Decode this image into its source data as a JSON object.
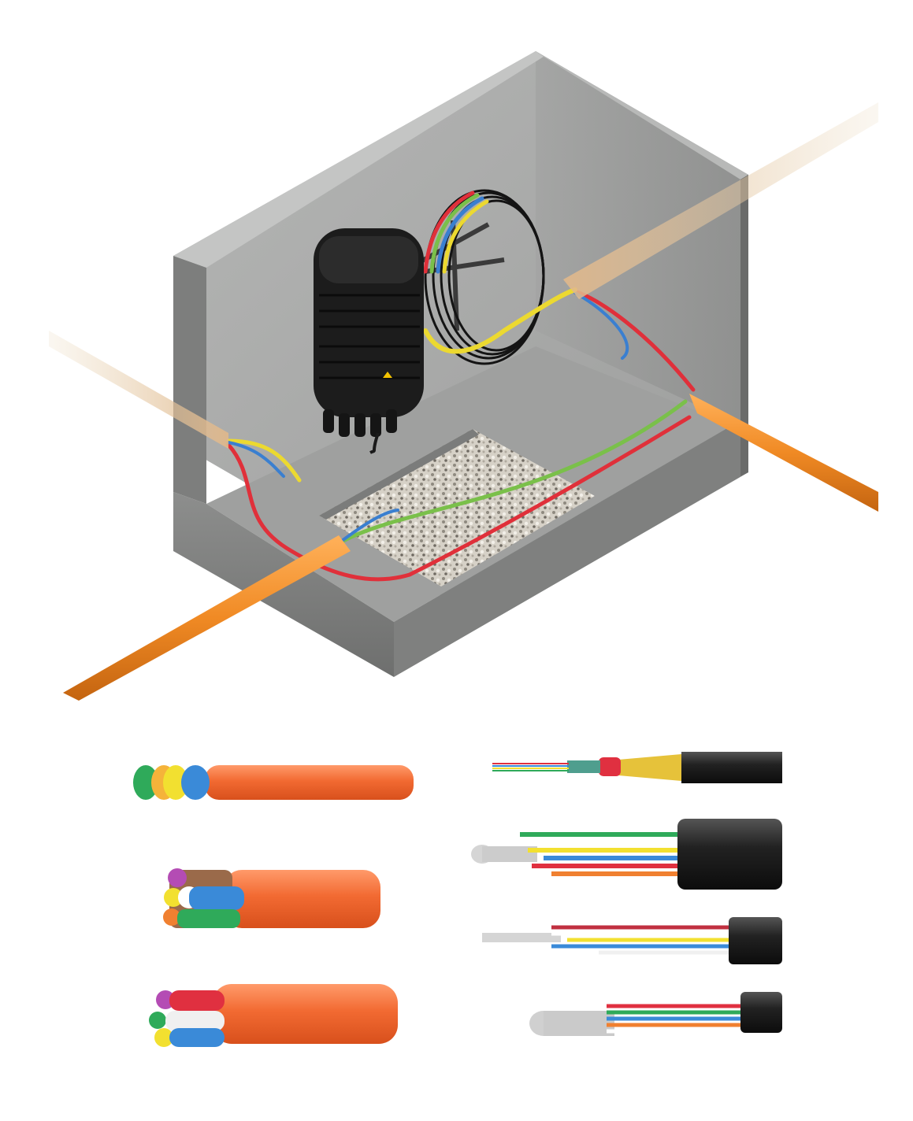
{
  "scene": {
    "chamber_label": "",
    "colors": {
      "concrete_light": "#a9aaa9",
      "concrete_mid": "#8f908f",
      "concrete_dark": "#6f706f",
      "gravel": "#cfcac0",
      "closure_black": "#1c1c1c",
      "duct_orange": "#f08a24",
      "microduct_red": "#e0303a",
      "microduct_green": "#7ac04a",
      "microduct_yellow": "#ecd930",
      "microduct_blue": "#3a7fd0",
      "bundle_orange": "#f26a32",
      "cable_black": "#202020"
    }
  },
  "bundles": [
    {
      "name": "bundle-7way",
      "tubes": [
        "#2faa5a",
        "#f5b33a",
        "#f08030",
        "#f2e030",
        "#3a8ad8"
      ]
    },
    {
      "name": "bundle-7way-b",
      "tubes": [
        "#b44cb4",
        "#8b5a3c",
        "#f2e030",
        "#ffffff",
        "#3a8ad8",
        "#2faa5a",
        "#f08030"
      ]
    },
    {
      "name": "bundle-12way",
      "tubes": [
        "#c04fc0",
        "#e03040",
        "#2faa5a",
        "#f0f0f0",
        "#3a8ad8",
        "#f2e030",
        "#f08030"
      ]
    }
  ],
  "cables": [
    {
      "name": "cable-drop"
    },
    {
      "name": "cable-high-count-1"
    },
    {
      "name": "cable-high-count-2"
    },
    {
      "name": "cable-high-count-3"
    }
  ]
}
